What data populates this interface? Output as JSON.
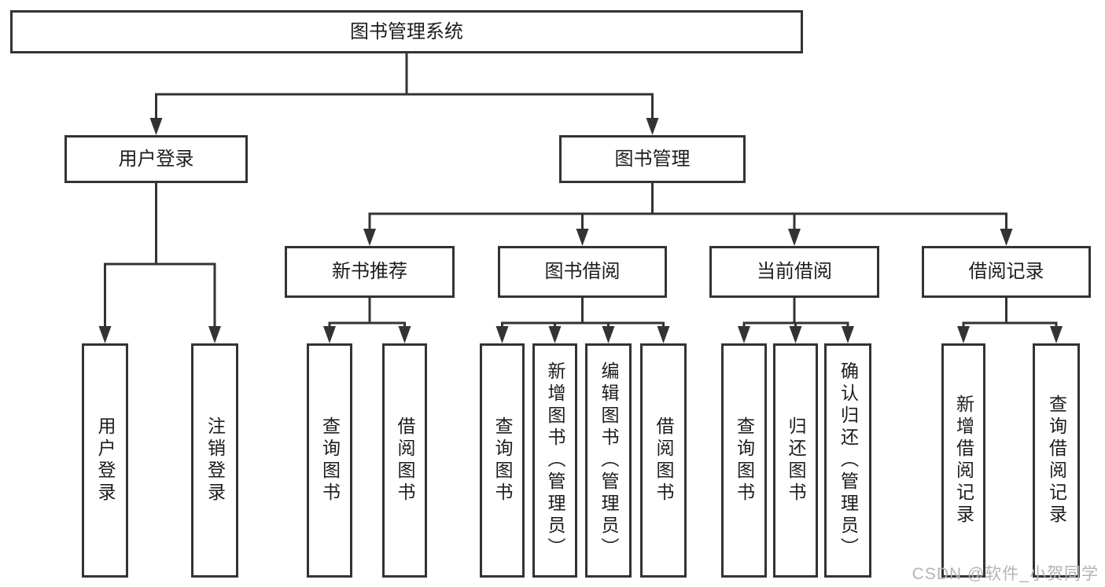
{
  "diagram": {
    "root": {
      "label": "图书管理系统"
    },
    "branches": [
      {
        "label": "用户登录",
        "children": [
          {
            "label": "用户登录"
          },
          {
            "label": "注销登录"
          }
        ]
      },
      {
        "label": "图书管理",
        "children": [
          {
            "label": "新书推荐",
            "children": [
              {
                "label": "查询图书"
              },
              {
                "label": "借阅图书"
              }
            ]
          },
          {
            "label": "图书借阅",
            "children": [
              {
                "label": "查询图书"
              },
              {
                "label": "新增图书（管理员）"
              },
              {
                "label": "编辑图书（管理员）"
              },
              {
                "label": "借阅图书"
              }
            ]
          },
          {
            "label": "当前借阅",
            "children": [
              {
                "label": "查询图书"
              },
              {
                "label": "归还图书"
              },
              {
                "label": "确认归还（管理员）"
              }
            ]
          },
          {
            "label": "借阅记录",
            "children": [
              {
                "label": "新增借阅记录"
              },
              {
                "label": "查询借阅记录"
              }
            ]
          }
        ]
      }
    ]
  },
  "watermark": {
    "text": "CSDN @软件_小贺同学"
  },
  "colors": {
    "line": "#333333",
    "text": "#1c1c1c",
    "watermark": "#b4b4b4",
    "background": "#ffffff"
  }
}
